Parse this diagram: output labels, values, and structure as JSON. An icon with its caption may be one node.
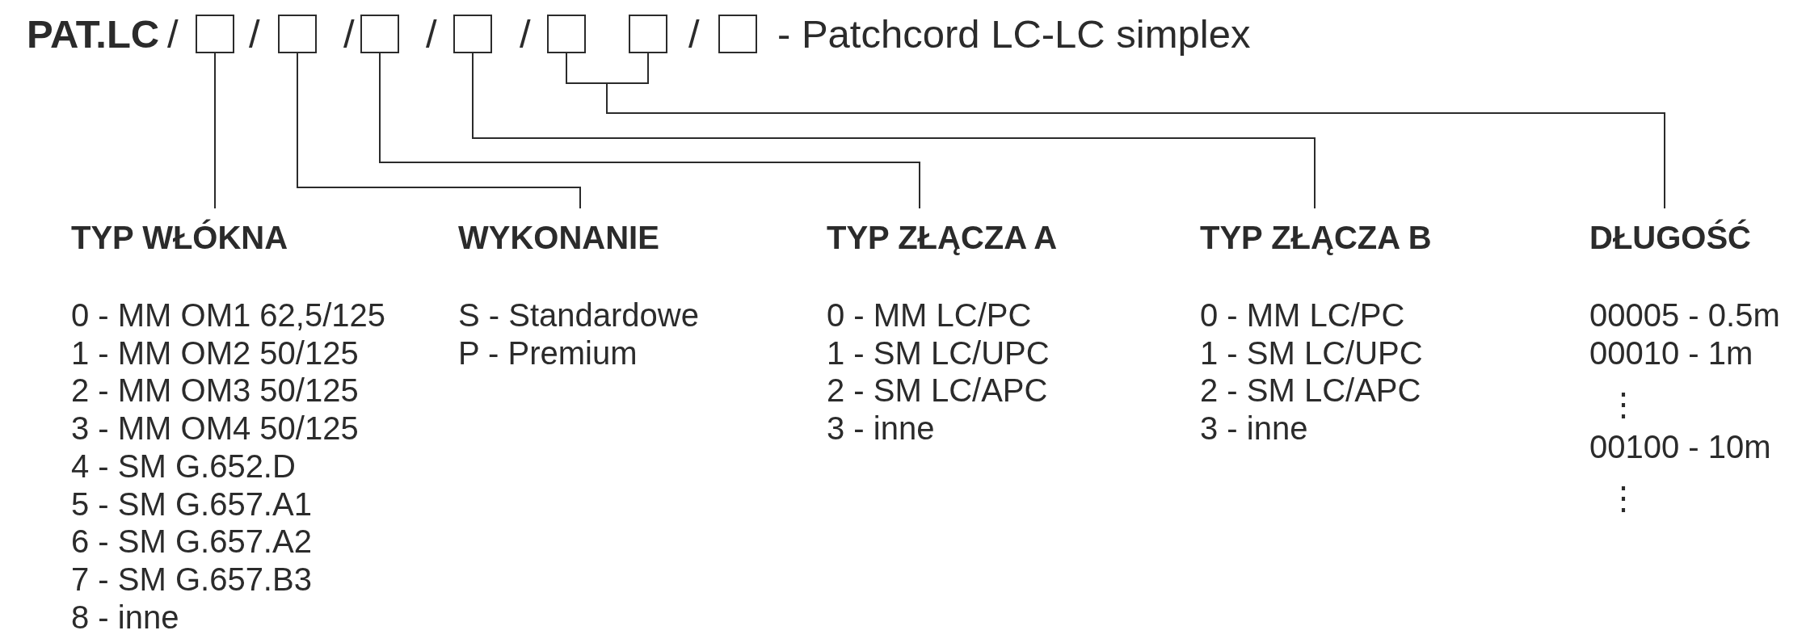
{
  "diagram": {
    "nodes": [
      {
        "text": [],
        "shape": "box"
      },
      {
        "text": [],
        "shape": "box"
      },
      {
        "text": [],
        "shape": "box"
      },
      {
        "text": [],
        "shape": "box"
      },
      {
        "text": [],
        "shape": "box"
      },
      {
        "text": [],
        "shape": "box"
      },
      {
        "text": [],
        "shape": "box"
      },
      {
        "text": [
          "TYP WŁÓKNA"
        ],
        "beside": [
          "0 - MM OM1 62,5/125",
          "1 - MM OM2 50/125",
          "2 - MM OM3 50/125",
          "3 - MM OM4 50/125",
          "4 - SM G.652.D",
          "5 - SM G.657.A1",
          "6 - SM G.657.A2",
          "7 - SM G.657.B3",
          "8 - inne"
        ]
      },
      {
        "text": [
          "WYKONANIE"
        ],
        "beside": [
          "S - Standardowe",
          "P - Premium"
        ]
      },
      {
        "text": [
          "TYP ZŁĄCZA A"
        ],
        "beside": [
          "0 - MM LC/PC",
          "1 - SM LC/UPC",
          "2 - SM LC/APC",
          "3 - inne"
        ]
      },
      {
        "text": [
          "TYP ZŁĄCZA B"
        ],
        "beside": [
          "0 - MM LC/PC",
          "1 - SM LC/UPC",
          "2 - SM LC/APC",
          "3 - inne"
        ]
      },
      {
        "text": [
          "DŁUGOŚĆ"
        ],
        "beside": [
          "00005 - 0.5m",
          "00010 - 1m",
          "⋮",
          "00100 - 10m",
          "⋮"
        ]
      }
    ],
    "edges": [
      {
        "from": 7,
        "to": 0,
        "arrow": "none"
      },
      {
        "from": 8,
        "to": 1,
        "arrow": "none"
      },
      {
        "from": 9,
        "to": 2,
        "arrow": "none"
      },
      {
        "from": 10,
        "to": 3,
        "arrow": "none"
      },
      {
        "from": 11,
        "to": 4,
        "arrow": "none"
      },
      {
        "from": 11,
        "to": 5,
        "arrow": "none"
      }
    ],
    "labels": [
      "PAT.LC",
      "/",
      "/",
      "/",
      "/",
      "/",
      "/",
      "- Patchcord LC-LC simplex"
    ]
  }
}
